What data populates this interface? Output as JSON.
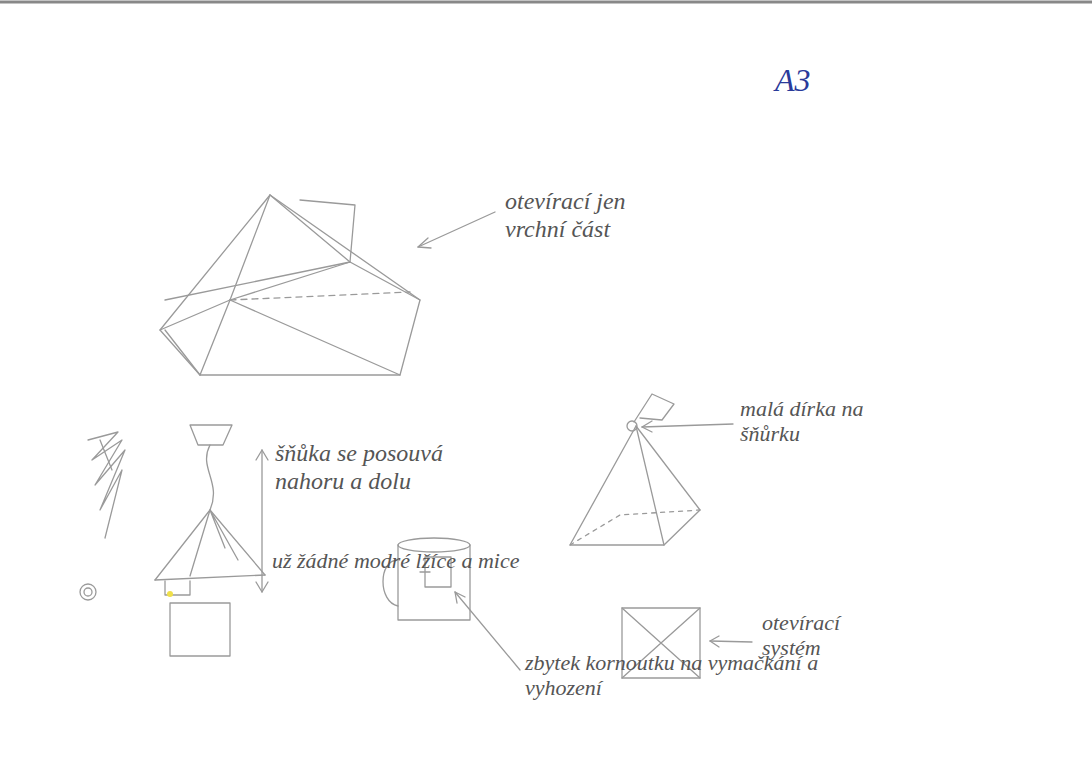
{
  "diagram": {
    "labels": [
      "A3",
      "otevírací jen vrchní část",
      "malá dírka na šňůrku",
      "šňůka se posouvá nahoru a dolu",
      "už žádné modré lžíce a mice",
      "otevírací systém",
      "zbytek kornoutku na vymačkání a vyhození"
    ]
  }
}
